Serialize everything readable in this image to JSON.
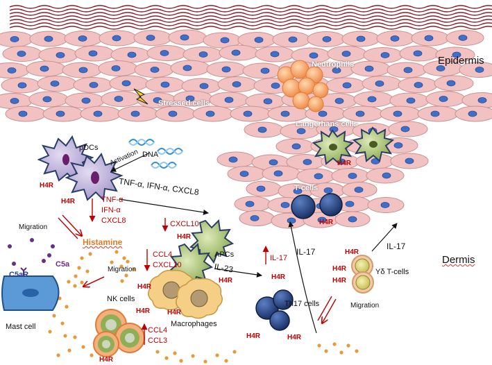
{
  "regions": {
    "epidermis": "Epidermis",
    "dermis": "Dermis"
  },
  "cells": {
    "neutrophils": "Neutrophils",
    "stressed": "Stressed cells",
    "langerhans": "Langerhans  cells",
    "tcells": "T-cells",
    "pdcs": "pDCs",
    "dna": "DNA",
    "apcs": "APCs",
    "nk": "NK cells",
    "mast": "Mast cell",
    "macrophages": "Macrophages",
    "th17": "Th17 cells",
    "gd": "Υδ T-cells"
  },
  "receptors": {
    "h4r": "H4R",
    "c5a": "C5a",
    "c5ar": "C5aR"
  },
  "mediators": {
    "activation": "Activation",
    "tnf_line": "TNF-α, IFN-α, CXCL8",
    "pdc_tnf": "TNF-α",
    "pdc_ifn": "IFN-α",
    "pdc_cxcl8": "CXCL8",
    "cxcl10": "CXCL10",
    "ccl4": "CCL4",
    "cxcl10b": "CXCL10",
    "histamine": "Histamine",
    "il23": "IL-23",
    "il17": "IL-17",
    "ccl4b": "CCL4",
    "ccl3": "CCL3"
  },
  "labels": {
    "migration": "Migration"
  },
  "colors": {
    "skin": "#f2c2c2",
    "skin_edge": "#c99090",
    "nucleus": "#3f6fc9",
    "label_red": "#c00000",
    "dc_body": "#bdb2da",
    "apc_body": "#a8c16d",
    "tcell": "#233e78",
    "histamine_orange": "#e79a3a"
  }
}
